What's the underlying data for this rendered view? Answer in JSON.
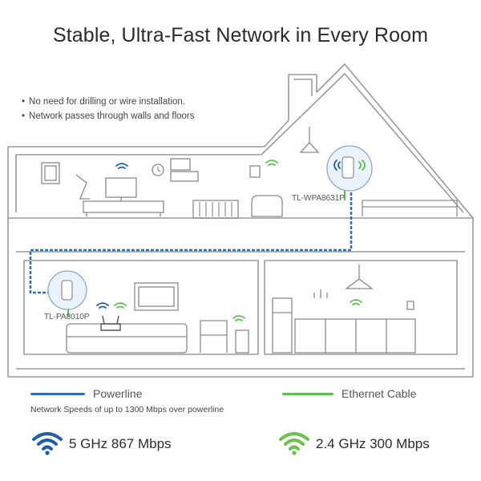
{
  "title": "Stable, Ultra-Fast Network in Every Room",
  "bullets": [
    "No need for drilling or wire installation.",
    "Network passes through walls and floors"
  ],
  "devices": {
    "upper": "TL-WPA8631P",
    "lower": "TL-PA8010P"
  },
  "legend": {
    "powerline": "Powerline",
    "ethernet": "Ethernet Cable",
    "powerline_color": "#2c6fb7",
    "ethernet_color": "#5cc04c"
  },
  "note": "Network Speeds of up to 1300 Mbps over powerline",
  "bands": {
    "five": {
      "label": "5 GHz  867 Mbps",
      "icon": "wifi-icon",
      "color": "#1f5fa8"
    },
    "two": {
      "label": "2.4 GHz  300 Mbps",
      "icon": "wifi-icon",
      "color": "#6cc24a"
    }
  }
}
